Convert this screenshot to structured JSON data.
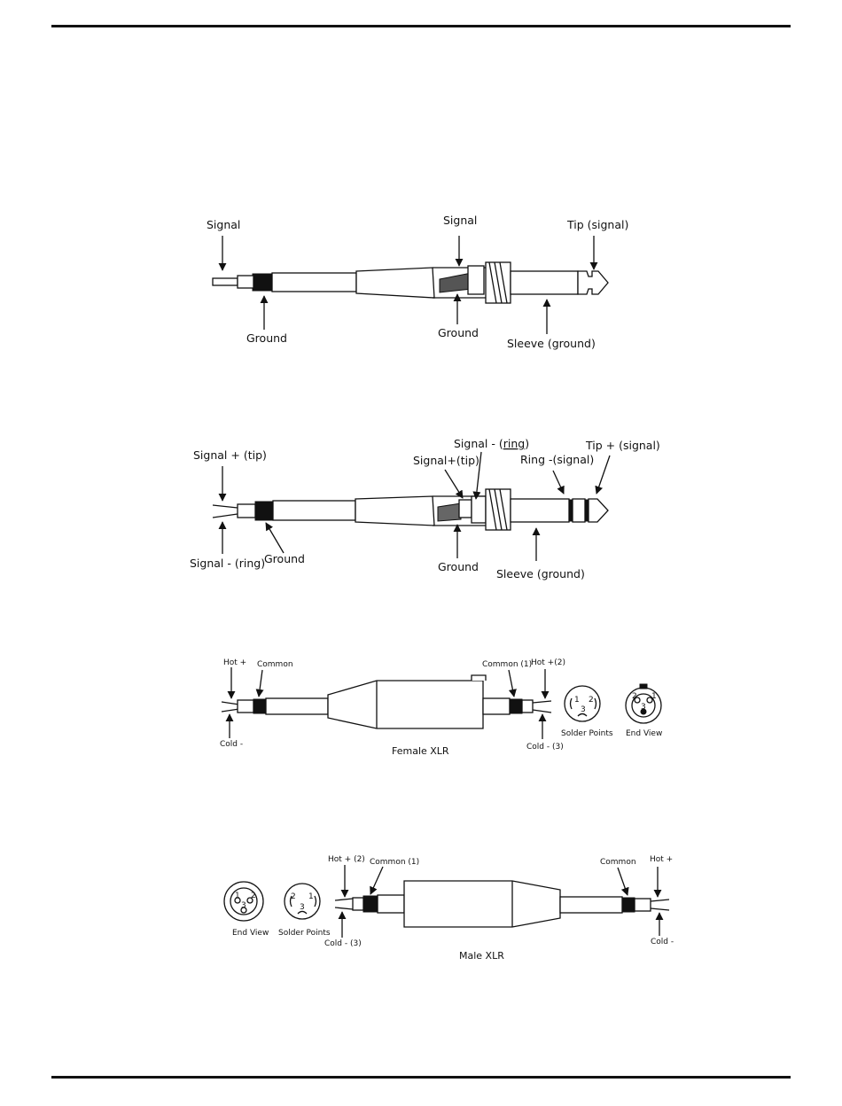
{
  "diagram1": {
    "signal_left": "Signal",
    "ground_left": "Ground",
    "signal_mid": "Signal",
    "ground_mid": "Ground",
    "tip": "Tip (signal)",
    "sleeve": "Sleeve (ground)"
  },
  "diagram2": {
    "signal_plus_left": "Signal + (tip)",
    "signal_minus_left": "Signal - (ring)",
    "ground_left": "Ground",
    "signal_minus_mid_prefix": "Signal - (",
    "signal_minus_mid_ring": "ring",
    "signal_minus_mid_suffix": ")",
    "signal_plus_mid": "Signal+(tip)",
    "ground_mid": "Ground",
    "ring": "Ring -(signal)",
    "tip": "Tip + (signal)",
    "sleeve": "Sleeve (ground)"
  },
  "diagram3": {
    "hot": "Hot +",
    "common": "Common",
    "cold": "Cold -",
    "common_1": "Common (1)",
    "hot_2": "Hot +(2)",
    "cold_3": "Cold - (3)",
    "solder_points": "Solder Points",
    "end_view": "End View",
    "caption": "Female XLR",
    "pin1": "1",
    "pin2": "2",
    "pin3": "3"
  },
  "diagram4": {
    "hot_2": "Hot + (2)",
    "common_1": "Common (1)",
    "cold_3": "Cold - (3)",
    "common": "Common",
    "hot": "Hot +",
    "cold": "Cold -",
    "end_view": "End View",
    "solder_points": "Solder Points",
    "caption": "Male XLR",
    "pin1": "1",
    "pin2": "2",
    "pin3": "3"
  }
}
